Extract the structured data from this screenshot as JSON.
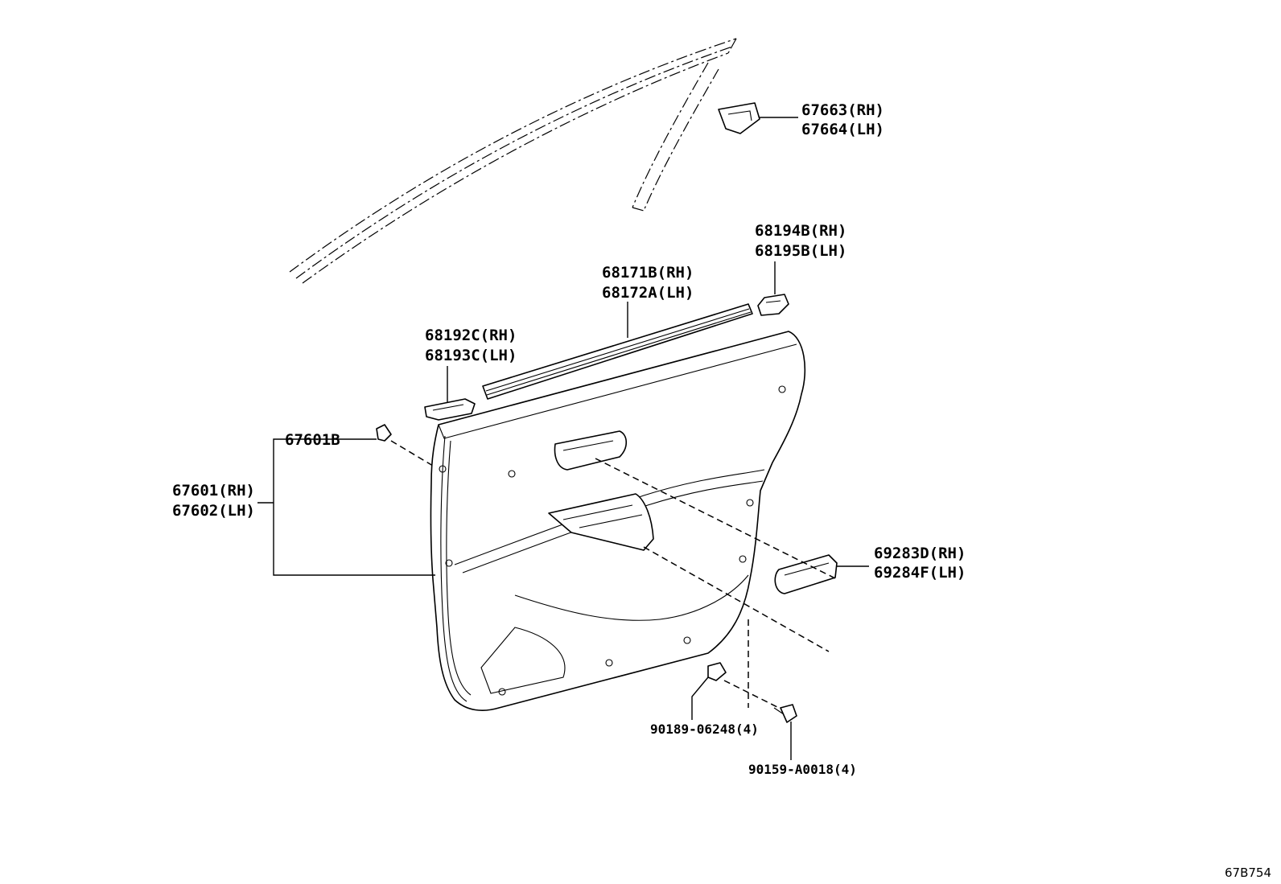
{
  "diagram": {
    "callouts": [
      {
        "id": "weatherstrip-trim",
        "lines": [
          "67663(RH)",
          "67664(LH)"
        ]
      },
      {
        "id": "rear-bracket",
        "lines": [
          "68194B(RH)",
          "68195B(LH)"
        ]
      },
      {
        "id": "belt-moulding",
        "lines": [
          "68171B(RH)",
          "68172A(LH)"
        ]
      },
      {
        "id": "front-bracket",
        "lines": [
          "68192C(RH)",
          "68193C(LH)"
        ]
      },
      {
        "id": "clip",
        "lines": [
          "67601B"
        ]
      },
      {
        "id": "door-trim-board",
        "lines": [
          "67601(RH)",
          "67602(LH)"
        ]
      },
      {
        "id": "armrest-cover",
        "lines": [
          "69283D(RH)",
          "69284F(LH)"
        ]
      },
      {
        "id": "nut",
        "lines": [
          "90189-06248(4)"
        ]
      },
      {
        "id": "screw",
        "lines": [
          "90159-A0018(4)"
        ]
      }
    ],
    "reference_code": "67B754"
  }
}
